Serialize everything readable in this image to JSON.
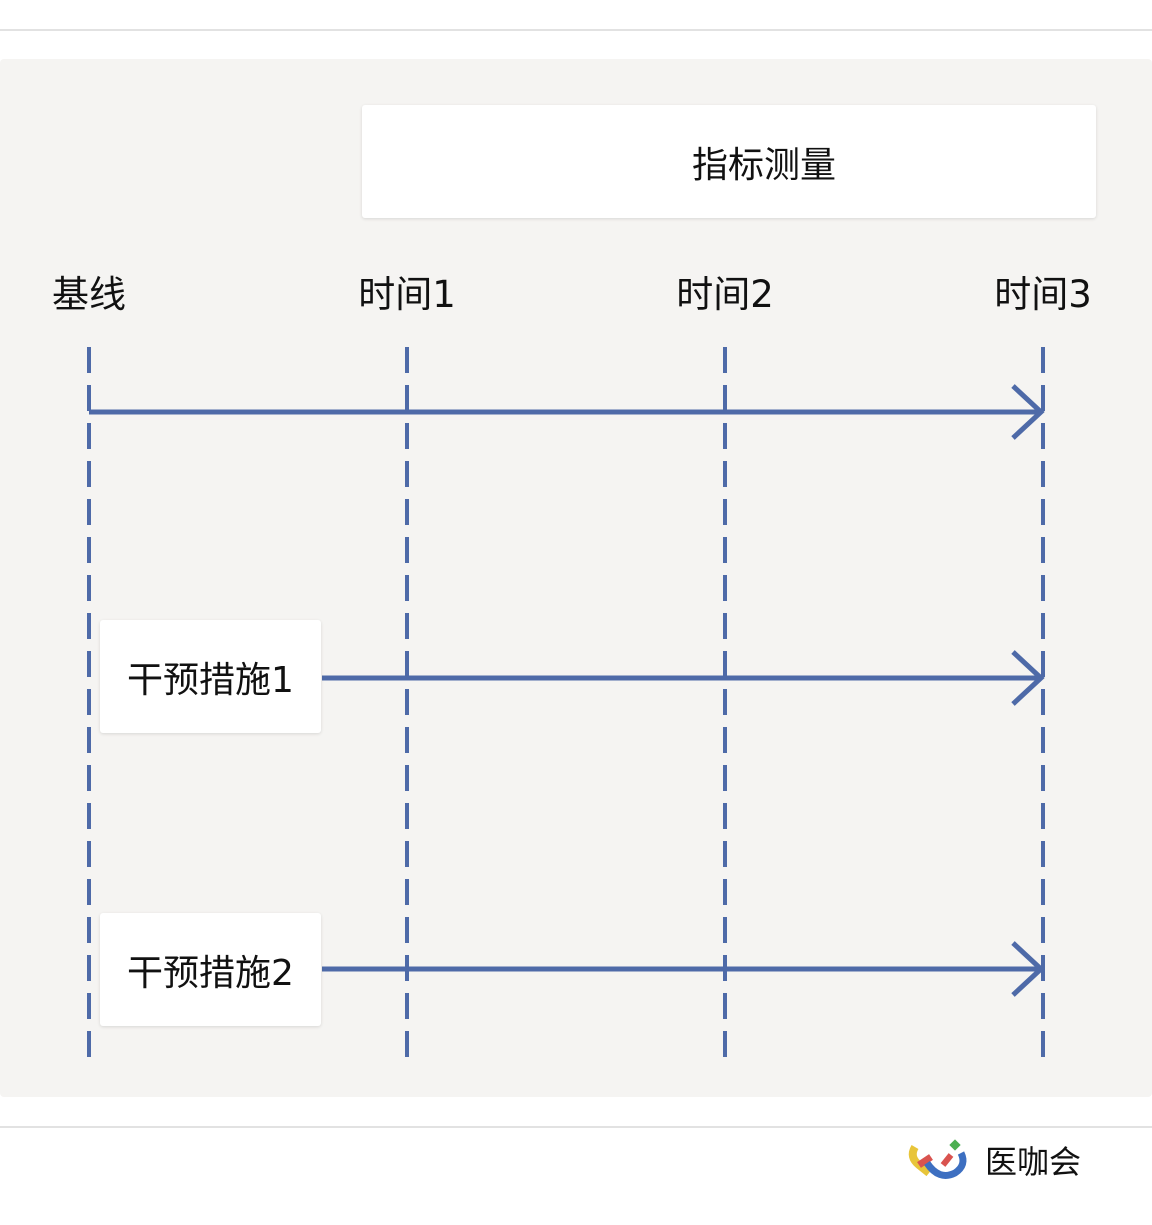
{
  "header": {
    "title": "指标测量"
  },
  "timepoints": [
    "基线",
    "时间1",
    "时间2",
    "时间3"
  ],
  "interventions": [
    "干预措施1",
    "干预措施2"
  ],
  "logo": {
    "text": "医咖会"
  },
  "colors": {
    "arrow": "#4e6aa8",
    "panel": "#f5f4f2"
  }
}
